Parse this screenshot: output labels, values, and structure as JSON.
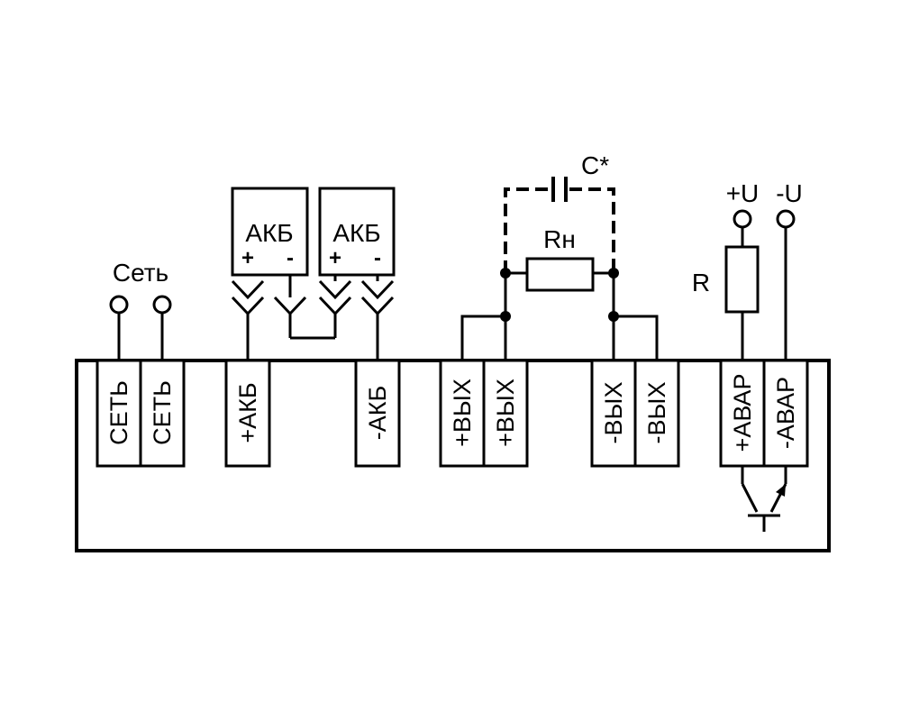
{
  "labels": {
    "mains": "Сеть",
    "capacitor": "С*",
    "load_resistor": "Rн",
    "resistor": "R",
    "plus_u": "+U",
    "minus_u": "-U"
  },
  "batteries": [
    {
      "label": "АКБ",
      "plus": "+",
      "minus": "-"
    },
    {
      "label": "АКБ",
      "plus": "+",
      "minus": "-"
    }
  ],
  "terminals": [
    "СЕТЬ",
    "СЕТЬ",
    "+АКБ",
    "-АКБ",
    "+ВЫХ",
    "+ВЫХ",
    "-ВЫХ",
    "-ВЫХ",
    "+АВАР",
    "-АВАР"
  ]
}
